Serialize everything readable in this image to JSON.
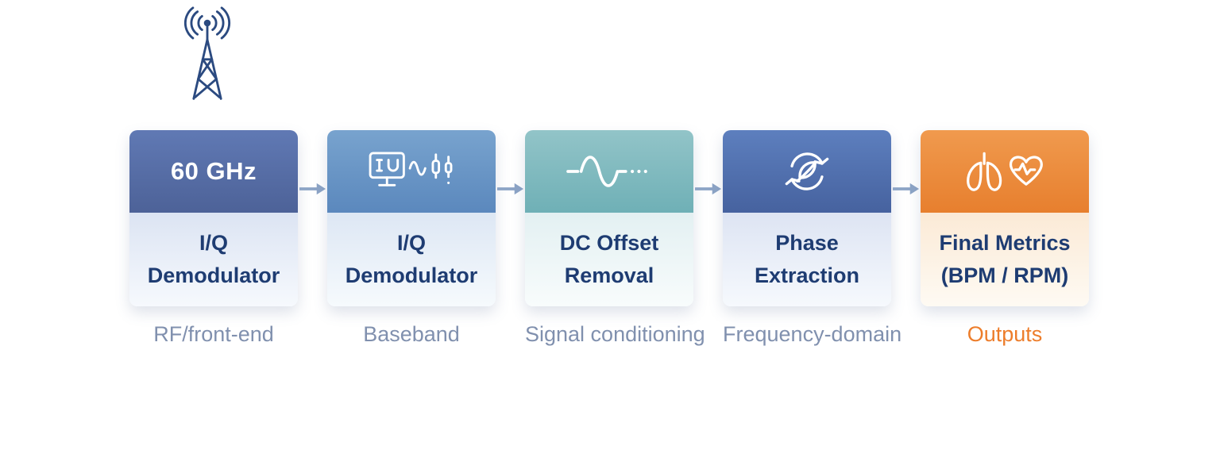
{
  "page": {
    "background": "#ffffff"
  },
  "antenna": {
    "icon": "radio-antenna-icon",
    "color": "#2b4a80"
  },
  "pipeline": {
    "arrow_icon": "flow-arrow-icon",
    "arrow_color": "#8ca4c6",
    "title_color": "#1e3c72",
    "stages": [
      {
        "header_type": "text",
        "header_text": "60 GHz",
        "icon": "",
        "title_line1": "I/Q",
        "title_line2": "Demodulator",
        "caption": "RF/front-end",
        "header_gradient_from": "#6079b4",
        "header_gradient_to": "#4d6298",
        "body_gradient_from": "#dce4f3",
        "body_gradient_to": "#f6f9fd",
        "caption_color": "#8090ae"
      },
      {
        "header_type": "icon",
        "header_text": "",
        "icon": "iq-monitor-signal-icon",
        "title_line1": "I/Q",
        "title_line2": "Demodulator",
        "caption": "Baseband",
        "header_gradient_from": "#78a3ce",
        "header_gradient_to": "#5b88bd",
        "body_gradient_from": "#dde7f4",
        "body_gradient_to": "#f6fafd",
        "caption_color": "#8090ae"
      },
      {
        "header_type": "icon",
        "header_text": "",
        "icon": "sine-wave-icon",
        "title_line1": "DC Offset",
        "title_line2": "Removal",
        "caption": "Signal conditioning",
        "header_gradient_from": "#92c4c8",
        "header_gradient_to": "#6fb0b6",
        "body_gradient_from": "#e3f0f2",
        "body_gradient_to": "#f8fcfc",
        "caption_color": "#8090ae"
      },
      {
        "header_type": "icon",
        "header_text": "",
        "icon": "phase-rotation-icon",
        "title_line1": "Phase",
        "title_line2": "Extraction",
        "caption": "Frequency-domain",
        "header_gradient_from": "#5d7fbe",
        "header_gradient_to": "#46629f",
        "body_gradient_from": "#dde4f3",
        "body_gradient_to": "#f6f9fd",
        "caption_color": "#8090ae"
      },
      {
        "header_type": "icon",
        "header_text": "",
        "icon": "lungs-heart-icon",
        "title_line1": "Final Metrics",
        "title_line2": "(BPM / RPM)",
        "caption": "Outputs",
        "header_gradient_from": "#f09a4e",
        "header_gradient_to": "#e77f2e",
        "body_gradient_from": "#fbead6",
        "body_gradient_to": "#fefaf3",
        "caption_color": "#ed7d2b"
      }
    ]
  }
}
